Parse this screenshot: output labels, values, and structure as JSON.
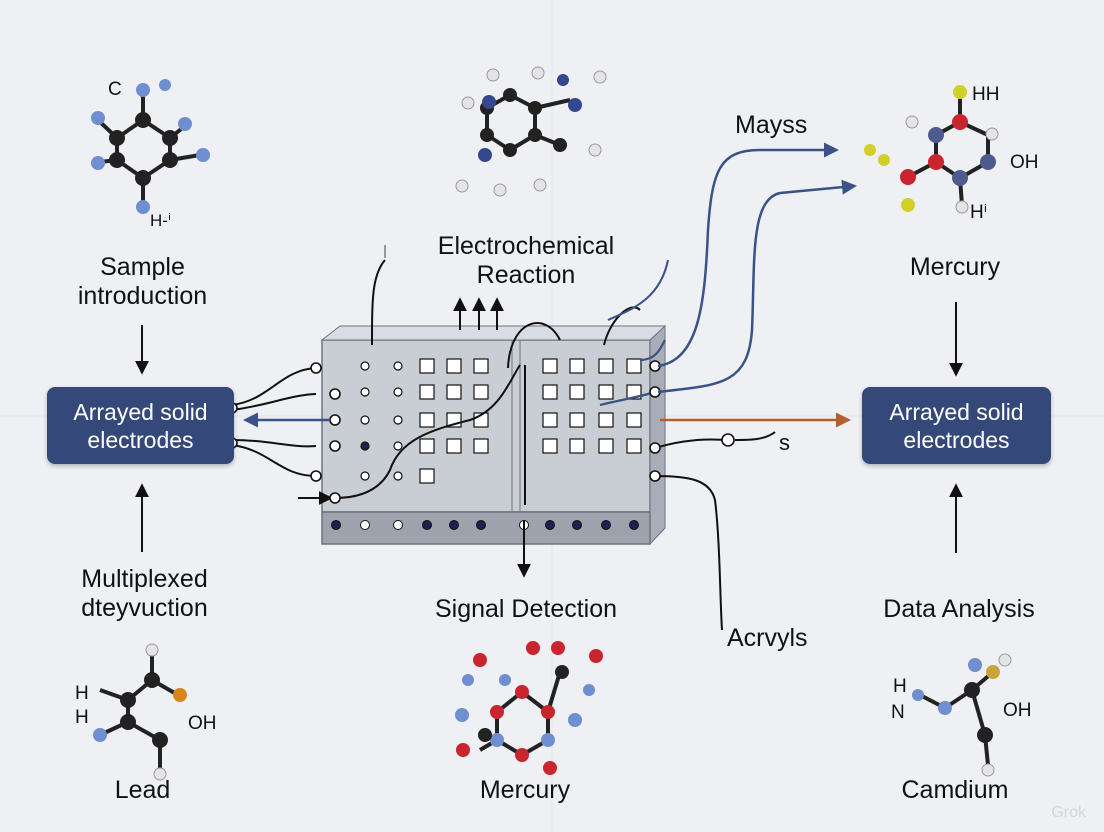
{
  "labels": {
    "sample_introduction": [
      "Sample",
      "introduction"
    ],
    "electrochemical_reaction": [
      "Electrochemical",
      "Reaction"
    ],
    "mercury_top": "Mercury",
    "mayss": "Mayss",
    "multiplexed": [
      "Multiplexed",
      "dteyvuction"
    ],
    "signal_detection": "Signal Detection",
    "data_analysis": "Data Analysis",
    "acrvyls": "Acrvyls",
    "s_label": "s",
    "lead": "Lead",
    "mercury_bottom": "Mercury",
    "camdium": "Camdium"
  },
  "boxes": {
    "left": [
      "Arrayed solid",
      "electrodes"
    ],
    "right": [
      "Arrayed solid",
      "electrodes"
    ]
  },
  "atom_labels": {
    "tl_c": "C",
    "tl_h": "H-ⁱ",
    "tr_hh": "HH",
    "tr_oh": "OH",
    "tr_ht": "Hⁱ",
    "bl_h1": "H",
    "bl_h2": "H",
    "bl_oh": "OH",
    "br_h": "H",
    "br_n": "N",
    "br_oh": "OH"
  },
  "watermark": "Grok",
  "colors": {
    "background": "#eef0f3",
    "box_fill": "#34497a",
    "blue_arrow": "#3b5288",
    "orange_arrow": "#b5602c",
    "atom_black": "#222222",
    "atom_blue": "#6f8fd0",
    "atom_red": "#c8252f",
    "atom_yellow": "#d3cf2a",
    "atom_orange": "#d6861a",
    "atom_white": "#e4e4e4"
  }
}
